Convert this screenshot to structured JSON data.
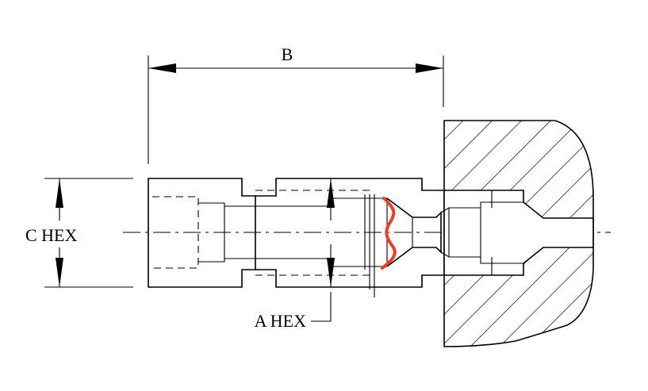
{
  "labels": {
    "dim_b": "B",
    "dim_c": "C HEX",
    "dim_a": "A HEX"
  },
  "colors": {
    "line": "#000000",
    "seal": "#e8402a",
    "background": "#ffffff"
  }
}
